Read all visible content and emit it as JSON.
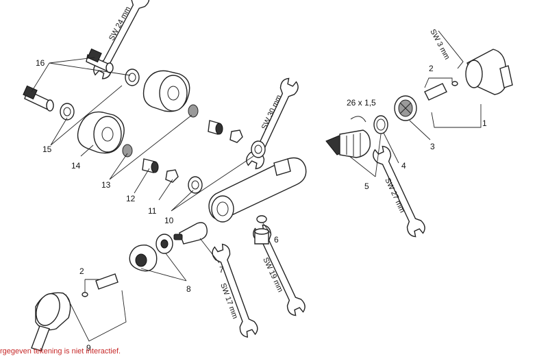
{
  "callouts": {
    "c1": "1",
    "c2a": "2",
    "c2b": "2",
    "c3": "3",
    "c4": "4",
    "c5": "5",
    "c6": "6",
    "c7": "7",
    "c8": "8",
    "c9": "9",
    "c10": "10",
    "c11": "11",
    "c12": "12",
    "c13": "13",
    "c14": "14",
    "c15": "15",
    "c16": "16",
    "dim": "26 x 1,5"
  },
  "wrenches": {
    "sw3": "SW 3 mm",
    "sw24": "SW 24 mm",
    "sw30": "SW 30 mm",
    "sw27": "SW 27 mm",
    "sw19": "SW 19 mm",
    "sw17": "SW 17 mm"
  },
  "footer_note": "rgegeven tekening is niet interactief."
}
